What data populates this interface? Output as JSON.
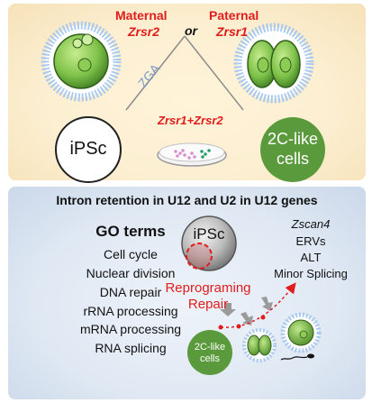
{
  "top": {
    "maternal_label": "Maternal",
    "maternal_gene": "Zrsr2",
    "or_label": "or",
    "paternal_label": "Paternal",
    "paternal_gene": "Zrsr1",
    "zga_label": "ZGA",
    "combined_gene": "Zrsr1+Zrsr2",
    "ipsc_label": "iPSc",
    "twoc_label_line1": "2C-like",
    "twoc_label_line2": "cells"
  },
  "bottom": {
    "title": "Intron retention in U12 and U2 in U12 genes",
    "go_title": "GO terms",
    "go_terms": [
      "Cell cycle",
      "Nuclear division",
      "DNA repair",
      "rRNA processing",
      "mRNA processing",
      "RNA splicing"
    ],
    "ipsc_label": "iPSc",
    "right_title": "Zscan4",
    "right_items": [
      "ERVs",
      "ALT",
      "Minor Splicing"
    ],
    "reprograming_line1": "Reprograming",
    "reprograming_line2": "Repair",
    "twoc_line1": "2C-like",
    "twoc_line2": "cells"
  },
  "colors": {
    "red": "#e01c1c",
    "green": "#5b9a3c",
    "zona": "#a9c9ee",
    "cell_green": "#7fc24a",
    "gray_cell": "#9a9a9a"
  }
}
